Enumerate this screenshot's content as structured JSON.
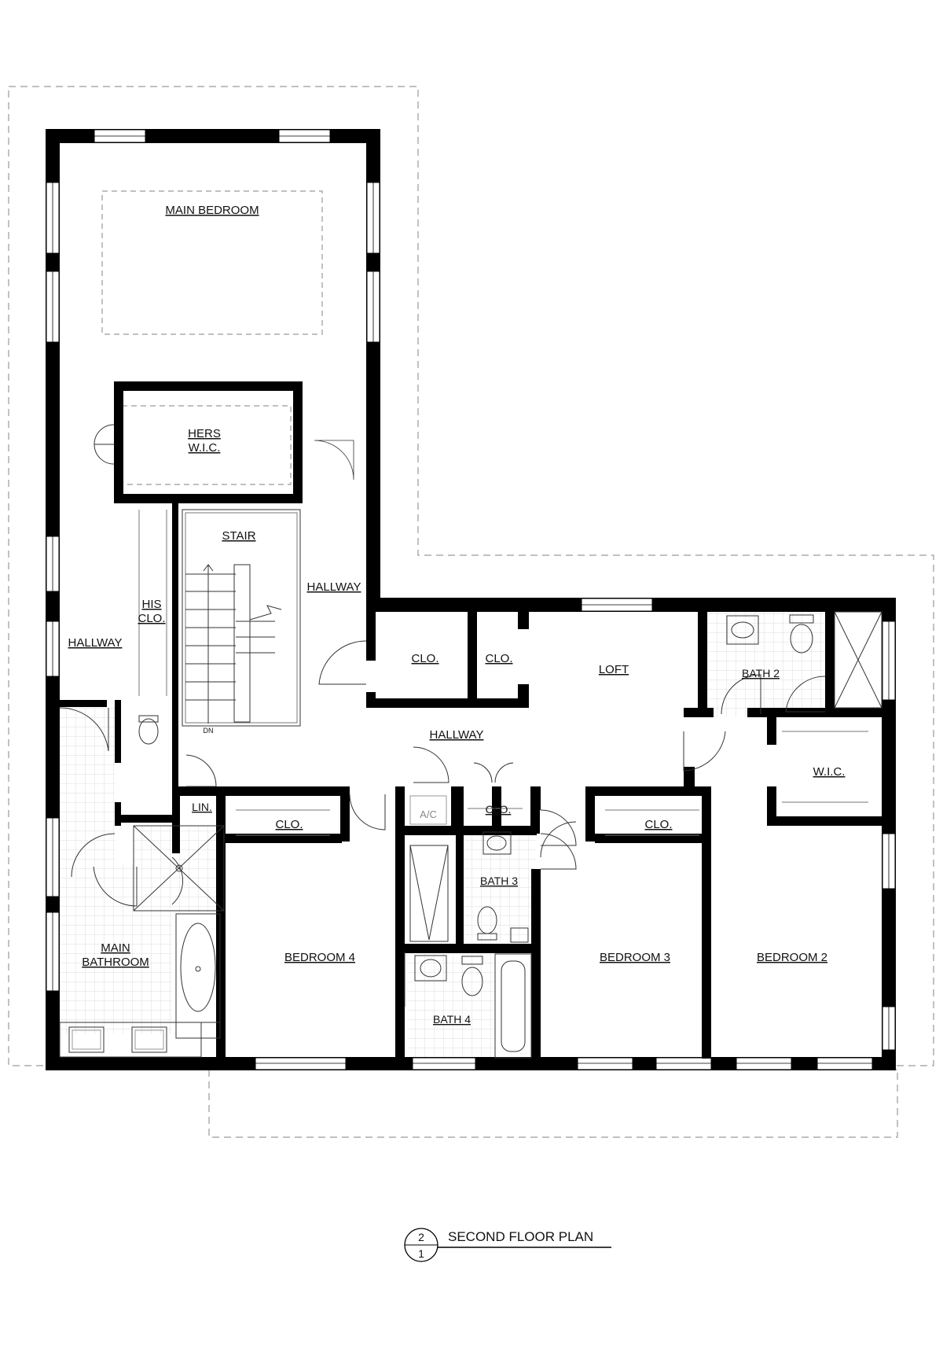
{
  "drawing": {
    "title": "SECOND FLOOR PLAN",
    "sheet_number": "2",
    "page_number": "1",
    "stair_direction": "DN"
  },
  "rooms": {
    "main_bedroom": "MAIN BEDROOM",
    "hers_wic_line1": "HERS",
    "hers_wic_line2": "W.I.C.",
    "stair": "STAIR",
    "hallway_upper": "HALLWAY",
    "hallway_left": "HALLWAY",
    "hallway_center": "HALLWAY",
    "his_clo_line1": "HIS",
    "his_clo_line2": "CLO.",
    "clo_a": "CLO.",
    "clo_b": "CLO.",
    "loft": "LOFT",
    "bath2": "BATH 2",
    "wic": "W.I.C.",
    "lin": "LIN.",
    "clo_bed4": "CLO.",
    "ac": "A/C",
    "clo_mid": "CLO.",
    "clo_bed3": "CLO.",
    "bath3": "BATH 3",
    "main_bath_line1": "MAIN",
    "main_bath_line2": "BATHROOM",
    "bedroom4": "BEDROOM 4",
    "bedroom3": "BEDROOM 3",
    "bedroom2": "BEDROOM 2",
    "bath4": "BATH 4"
  },
  "colors": {
    "wall": "#000000",
    "dashed_outline": "#9a9a9a",
    "fixture": "#555555",
    "tile_grid": "#dcdcdc"
  }
}
